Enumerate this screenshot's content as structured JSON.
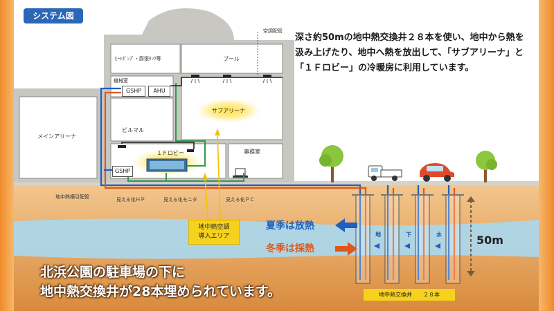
{
  "header": {
    "badge": "システム図"
  },
  "description": "深さ約50mの地中熱交換井２８本を使い、地中から熱を汲み上げたり、地中へ熱を放出して、「サブアリーナ」と「１Ｆロビー」の冷暖房に利用しています。",
  "building": {
    "ac_piping": "空調配管",
    "heat_pump_room": "ﾋｰﾄﾎﾟﾝﾌﾟ・膨張ﾀﾝｸ等",
    "pool": "プール",
    "machine_room": "機械室",
    "gshp_upper": "GSHP",
    "ahu": "AHU",
    "sub_arena": "サブアリーナ",
    "main_arena": "メインアリーナ",
    "bilmaru": "ビルマル",
    "lobby": "１Ｆロビー",
    "office": "事務室",
    "gshp_lower": "GSHP"
  },
  "labels": {
    "underground_piping": "地中熱横引配管",
    "visual_hp": "見える化ＨＰ",
    "visual_monitor": "見える化モニタ",
    "visual_pc": "見える化ＰＣ",
    "area_tag_line1": "地中熱空調",
    "area_tag_line2": "導入エリア",
    "summer": "夏季は放熱",
    "winter": "冬季は採熱",
    "depth": "50m",
    "water_1": "地",
    "water_2": "下",
    "water_3": "水",
    "wells_tag": "地中熱交換井　　２８本"
  },
  "caption": {
    "line1": "北浜公園の駐車場の下に",
    "line2": "地中熱交換井が28本埋められています。"
  },
  "colors": {
    "border_orange": "#f08a2a",
    "badge_blue": "#2b66b8",
    "cool_blue": "#1f5fbf",
    "warm_orange": "#e0571c",
    "green_pipe": "#2e9b4a",
    "highlight_yellow": "#f6d21c",
    "ground": "#e9a35c",
    "aquifer": "#9fd3ee"
  }
}
